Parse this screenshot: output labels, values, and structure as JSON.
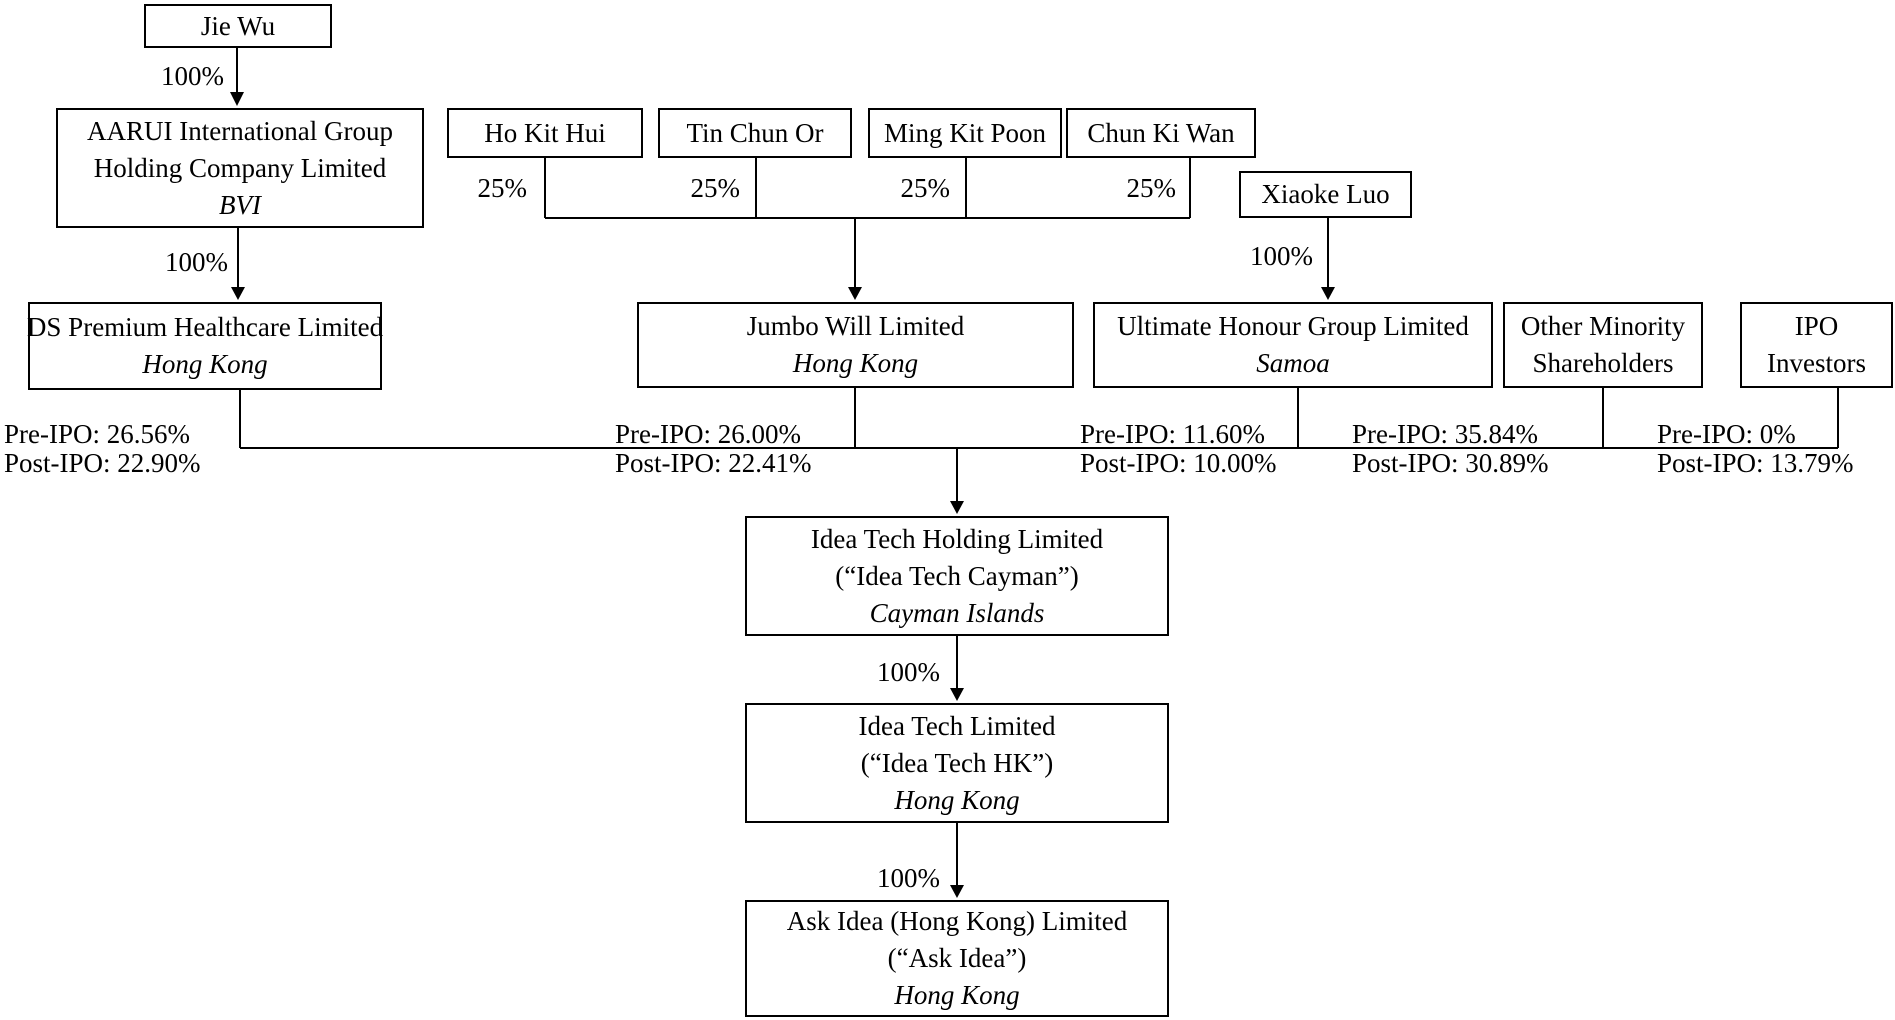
{
  "colors": {
    "background": "#ffffff",
    "line": "#000000",
    "text": "#000000"
  },
  "diagram": {
    "nodes": {
      "jie_wu": {
        "lines": [
          "Jie Wu"
        ]
      },
      "aarui": {
        "lines": [
          "AARUI International Group",
          "Holding Company Limited"
        ],
        "jurisdiction": "BVI"
      },
      "ho_kit_hui": {
        "lines": [
          "Ho Kit Hui"
        ]
      },
      "tin_chun_or": {
        "lines": [
          "Tin Chun Or"
        ]
      },
      "ming_kit_poon": {
        "lines": [
          "Ming Kit Poon"
        ]
      },
      "chun_ki_wan": {
        "lines": [
          "Chun Ki Wan"
        ]
      },
      "xiaoke_luo": {
        "lines": [
          "Xiaoke Luo"
        ]
      },
      "ds_premium": {
        "lines": [
          "DS Premium Healthcare Limited"
        ],
        "jurisdiction": "Hong Kong"
      },
      "jumbo_will": {
        "lines": [
          "Jumbo Will Limited"
        ],
        "jurisdiction": "Hong Kong"
      },
      "ultimate_honour": {
        "lines": [
          "Ultimate Honour Group Limited"
        ],
        "jurisdiction": "Samoa"
      },
      "other_minority": {
        "lines": [
          "Other Minority",
          "Shareholders"
        ]
      },
      "ipo_investors": {
        "lines": [
          "IPO",
          "Investors"
        ]
      },
      "idea_tech_cayman": {
        "lines": [
          "Idea Tech Holding Limited",
          "(“Idea Tech Cayman”)"
        ],
        "jurisdiction": "Cayman Islands"
      },
      "idea_tech_hk": {
        "lines": [
          "Idea Tech Limited",
          "(“Idea Tech HK”)"
        ],
        "jurisdiction": "Hong Kong"
      },
      "ask_idea": {
        "lines": [
          "Ask Idea (Hong Kong) Limited",
          "(“Ask Idea”)"
        ],
        "jurisdiction": "Hong Kong"
      }
    },
    "edge_labels": {
      "jie_wu_to_aarui": "100%",
      "aarui_to_ds_premium": "100%",
      "ho_kit_hui_stake": "25%",
      "tin_chun_or_stake": "25%",
      "ming_kit_poon_stake": "25%",
      "chun_ki_wan_stake": "25%",
      "xiaoke_luo_to_ultimate": "100%",
      "cayman_to_hk": "100%",
      "hk_to_ask_idea": "100%"
    },
    "ownership": {
      "ds_premium": {
        "pre": "Pre-IPO: 26.56%",
        "post": "Post-IPO: 22.90%"
      },
      "jumbo_will": {
        "pre": "Pre-IPO: 26.00%",
        "post": "Post-IPO: 22.41%"
      },
      "ultimate_honour": {
        "pre": "Pre-IPO: 11.60%",
        "post": "Post-IPO: 10.00%"
      },
      "other_minority": {
        "pre": "Pre-IPO: 35.84%",
        "post": "Post-IPO: 30.89%"
      },
      "ipo_investors": {
        "pre": "Pre-IPO: 0%",
        "post": "Post-IPO: 13.79%"
      }
    }
  }
}
